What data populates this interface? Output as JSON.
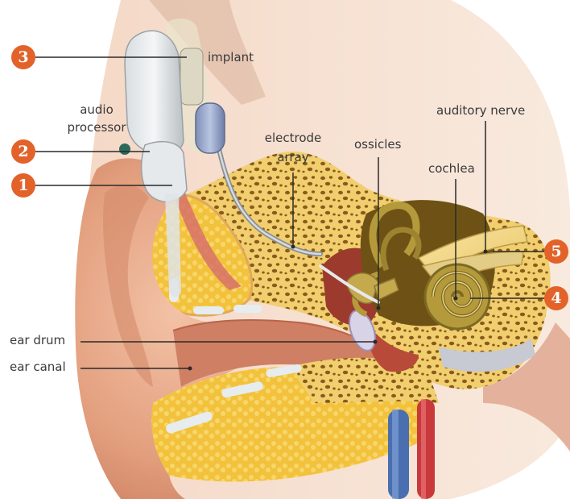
{
  "colors": {
    "badge": "#e2622a",
    "leader_line": "#2a2a2a",
    "bone": "#f2d98a",
    "skin": "#e8a98a",
    "nerve": "#e6d9a3",
    "ossicle": "#b59a3c"
  },
  "labels": {
    "implant": "implant",
    "audio_processor_line1": "audio",
    "audio_processor_line2": "processor",
    "electrode_array_line1": "electrode",
    "electrode_array_line2": "array",
    "ossicles": "ossicles",
    "auditory_nerve": "auditory nerve",
    "cochlea": "cochlea",
    "ear_drum": "ear drum",
    "ear_canal": "ear canal"
  },
  "badges": {
    "b1": "1",
    "b2": "2",
    "b3": "3",
    "b4": "4",
    "b5": "5"
  }
}
